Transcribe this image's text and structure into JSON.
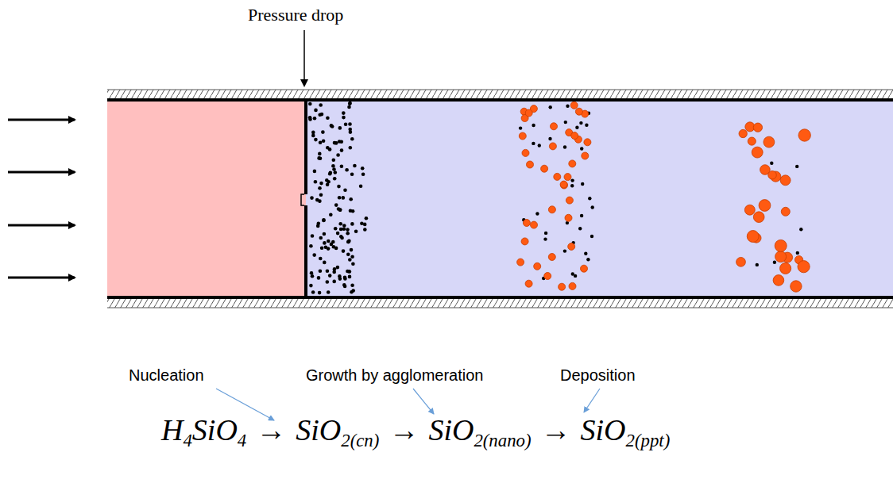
{
  "diagram": {
    "labels": [
      "Pressure drop",
      "Nucleation",
      "Growth by agglomeration",
      "Deposition",
      "H",
      "4",
      "SiO",
      "4",
      "→",
      "SiO",
      "2(cn)",
      "→",
      "SiO",
      "2(nano)",
      "→",
      "SiO",
      "2(ppt)"
    ]
  }
}
